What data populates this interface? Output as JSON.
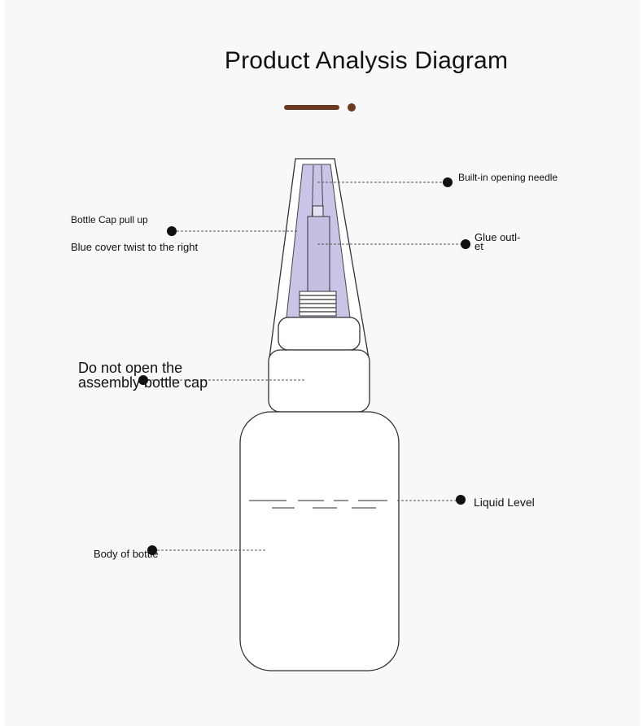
{
  "title": "Product Analysis Diagram",
  "colors": {
    "accent": "#6b3a1e",
    "cap_fill": "#c9c5e6",
    "outline": "#333333"
  },
  "labels": {
    "needle": "Built-in opening needle",
    "cap_pull": "Bottle Cap pull up",
    "blue_cover": "Blue cover twist to the right",
    "glue_outlet": "Glue outl-\net",
    "do_not_open": "Do not open the assembly bottle cap",
    "liquid_level": "Liquid Level",
    "body": "Body of bottle"
  }
}
